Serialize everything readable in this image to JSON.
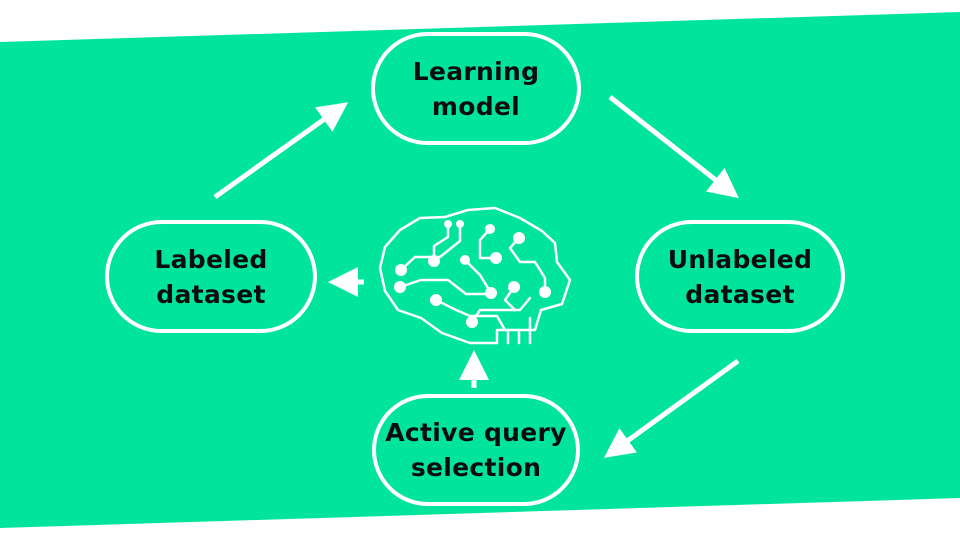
{
  "colors": {
    "background": "#00e59b",
    "outline": "#ffffff",
    "text": "#0d0d0d"
  },
  "nodes": {
    "learning_model": "Learning\nmodel",
    "labeled_dataset": "Labeled\ndataset",
    "unlabeled_dataset": "Unlabeled\ndataset",
    "active_query_selection": "Active query\nselection"
  },
  "icons": {
    "center": "brain-circuit-icon"
  }
}
